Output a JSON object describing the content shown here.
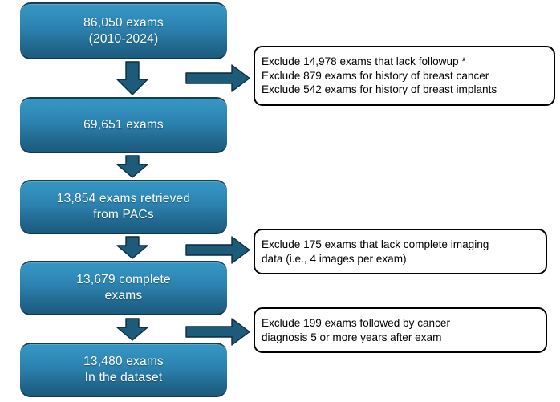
{
  "diagram": {
    "title": "Exam inclusion flow diagram",
    "colors": {
      "box_gradient_top": "#3795c3",
      "box_gradient_bottom": "#1b5c7e",
      "box_border": "#10394f",
      "arrow_fill": "#1d5b7a",
      "arrow_stroke": "#0d2b3c",
      "excl_border": "#000000",
      "box_text": "#ffffff",
      "excl_text": "#000000",
      "background": "#ffffff"
    },
    "flow_nodes": [
      {
        "id": "node-total-exams",
        "label": "86,050 exams\n(2010-2024)"
      },
      {
        "id": "node-with-followup",
        "label": "69,651 exams"
      },
      {
        "id": "node-retrieved-pacs",
        "label": "13,854 exams retrieved\nfrom PACs"
      },
      {
        "id": "node-complete-exams",
        "label": "13,679 complete\nexams"
      },
      {
        "id": "node-final-dataset",
        "label": "13,480 exams\nIn the dataset"
      }
    ],
    "exclusion_boxes": [
      {
        "id": "exclusion-box-1",
        "lines": [
          "Exclude 14,978 exams that lack followup *",
          "Exclude 879 exams for history of breast cancer",
          "Exclude 542 exams for history of breast implants"
        ]
      },
      {
        "id": "exclusion-box-2",
        "lines": [
          "Exclude 175 exams that lack complete imaging",
          "data (i.e., 4 images per exam)"
        ]
      },
      {
        "id": "exclusion-box-3",
        "lines": [
          "Exclude 199 exams followed by cancer",
          " diagnosis 5 or more years after exam"
        ]
      }
    ],
    "arrows": {
      "down": [
        "down-arrow-1",
        "down-arrow-2",
        "down-arrow-3",
        "down-arrow-4"
      ],
      "right": [
        "right-arrow-1",
        "right-arrow-2",
        "right-arrow-3"
      ]
    }
  }
}
